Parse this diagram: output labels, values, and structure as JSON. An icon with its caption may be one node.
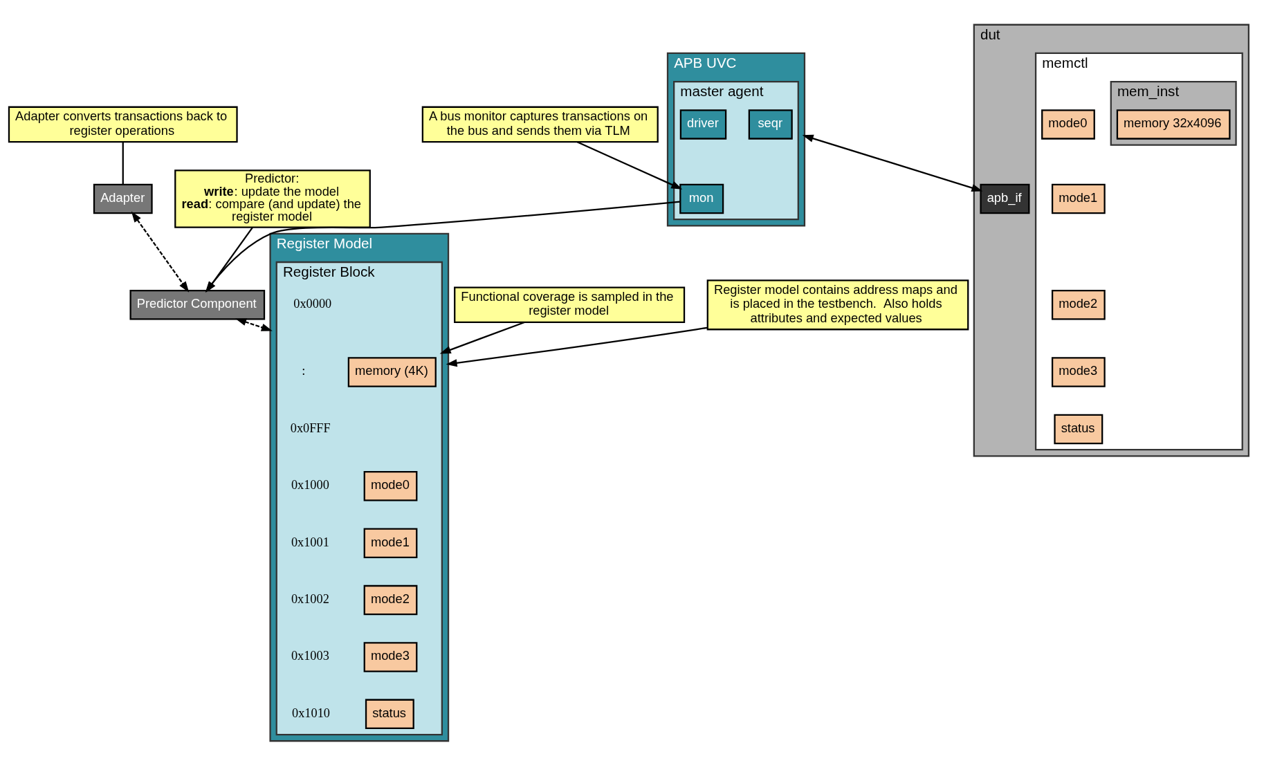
{
  "diagram": {
    "nodes": [
      {
        "text": [
          "Adapter converts transactions back to register operations"
        ]
      },
      {
        "text": [
          "Adapter"
        ]
      },
      {
        "text": [
          "Predictor Component"
        ]
      },
      {
        "text": [
          "Predictor:",
          "**write**: update the model",
          "**read**: compare (and update) the register model"
        ]
      },
      {
        "text": [
          "APB UVC"
        ]
      },
      {
        "text": [
          "master agent"
        ],
        "in": 4
      },
      {
        "text": [
          "seqr"
        ],
        "in": 5
      },
      {
        "text": [
          "driver"
        ],
        "in": 5
      },
      {
        "text": [
          "mon"
        ],
        "in": 5
      },
      {
        "text": [
          "A bus monitor captures transactions on the bus and sends them via TLM"
        ]
      },
      {
        "text": [
          "dut"
        ]
      },
      {
        "text": [
          "apb_if"
        ],
        "in": 10
      },
      {
        "text": [
          "memctl"
        ],
        "in": 10
      },
      {
        "text": [
          "mode0"
        ],
        "in": 12
      },
      {
        "text": [
          "mode1"
        ],
        "in": 12
      },
      {
        "text": [
          "mode2"
        ],
        "in": 12
      },
      {
        "text": [
          "mode3"
        ],
        "in": 12
      },
      {
        "text": [
          "status"
        ],
        "in": 12
      },
      {
        "text": [
          "mem_inst"
        ],
        "in": 12
      },
      {
        "text": [
          "memory 32x4096"
        ],
        "in": 18
      },
      {
        "text": [
          "Register Model"
        ]
      },
      {
        "text": [
          "Register Block"
        ],
        "in": 20
      },
      {
        "text": [
          "memory (4K)"
        ],
        "in": 21
      },
      {
        "text": [
          "mode0"
        ],
        "in": 21
      },
      {
        "text": [
          "mode1"
        ],
        "in": 21
      },
      {
        "text": [
          "mode2"
        ],
        "in": 21
      },
      {
        "text": [
          "mode3"
        ],
        "in": 21
      },
      {
        "text": [
          "status"
        ],
        "in": 21
      },
      {
        "text": [
          "Functional coverage is sampled in the register model"
        ]
      },
      {
        "text": [
          "Register model contains address maps and is placed in the testbench.  Also holds attributes and expected values"
        ]
      }
    ],
    "edges": [
      {
        "from": 0,
        "to": 1,
        "arrow": "none"
      },
      {
        "from": 1,
        "to": 2,
        "arrow": "both",
        "style": "dashed"
      },
      {
        "from": 3,
        "to": 2,
        "arrow": "to"
      },
      {
        "from": 2,
        "to": 20,
        "arrow": "both",
        "style": "dashed"
      },
      {
        "from": 9,
        "to": 8,
        "arrow": "to"
      },
      {
        "from": 8,
        "to": 2,
        "arrow": "to"
      },
      {
        "from": 4,
        "to": 11,
        "arrow": "both"
      },
      {
        "from": 28,
        "to": 21,
        "arrow": "to"
      },
      {
        "from": 29,
        "to": 20,
        "arrow": "to"
      }
    ],
    "labels": [
      "0x0000",
      ":",
      "0x0FFF",
      "0x1000",
      "0x1001",
      "0x1002",
      "0x1003",
      "0x1010"
    ]
  }
}
